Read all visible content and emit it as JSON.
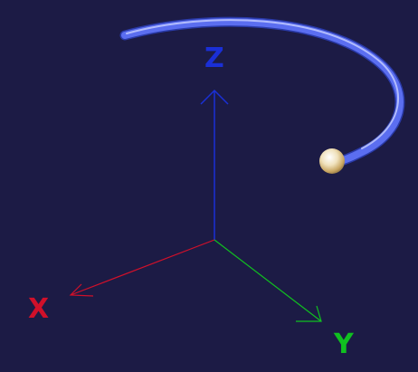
{
  "scene": {
    "background": "#1c1b45",
    "axes": {
      "x": {
        "label": "X",
        "color": "#d0102a"
      },
      "y": {
        "label": "Y",
        "color": "#10c020"
      },
      "z": {
        "label": "Z",
        "color": "#1a2fd6"
      }
    },
    "trajectory": {
      "color": "#5b6ef0"
    },
    "sphere": {
      "color": "#f2e3bc"
    }
  }
}
